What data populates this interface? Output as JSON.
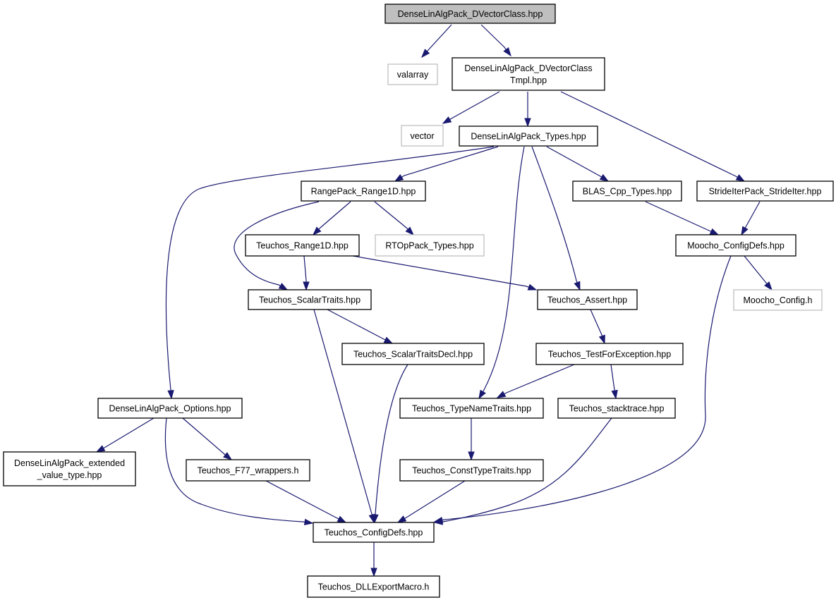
{
  "graph": {
    "colors": {
      "edge": "#191970",
      "node_border": "#000000",
      "external_border": "#bfbfbf",
      "root_fill": "#bfbfbf",
      "node_fill": "#ffffff"
    },
    "nodes": [
      {
        "id": "root",
        "lines": [
          "DenseLinAlgPack_DVectorClass.hpp"
        ],
        "kind": "root"
      },
      {
        "id": "valarray",
        "lines": [
          "valarray"
        ],
        "kind": "external"
      },
      {
        "id": "tmpl",
        "lines": [
          "DenseLinAlgPack_DVectorClass",
          "Tmpl.hpp"
        ],
        "kind": "file"
      },
      {
        "id": "vector",
        "lines": [
          "vector"
        ],
        "kind": "external"
      },
      {
        "id": "types",
        "lines": [
          "DenseLinAlgPack_Types.hpp"
        ],
        "kind": "file"
      },
      {
        "id": "range1d",
        "lines": [
          "RangePack_Range1D.hpp"
        ],
        "kind": "file"
      },
      {
        "id": "blas",
        "lines": [
          "BLAS_Cpp_Types.hpp"
        ],
        "kind": "file"
      },
      {
        "id": "strideiter",
        "lines": [
          "StrideIterPack_StrideIter.hpp"
        ],
        "kind": "file"
      },
      {
        "id": "trange1d",
        "lines": [
          "Teuchos_Range1D.hpp"
        ],
        "kind": "file"
      },
      {
        "id": "rtop",
        "lines": [
          "RTOpPack_Types.hpp"
        ],
        "kind": "external"
      },
      {
        "id": "moochodefs",
        "lines": [
          "Moocho_ConfigDefs.hpp"
        ],
        "kind": "file"
      },
      {
        "id": "scalartraits",
        "lines": [
          "Teuchos_ScalarTraits.hpp"
        ],
        "kind": "file"
      },
      {
        "id": "assert",
        "lines": [
          "Teuchos_Assert.hpp"
        ],
        "kind": "file"
      },
      {
        "id": "moochoconfig",
        "lines": [
          "Moocho_Config.h"
        ],
        "kind": "external"
      },
      {
        "id": "scalartraitsdecl",
        "lines": [
          "Teuchos_ScalarTraitsDecl.hpp"
        ],
        "kind": "file"
      },
      {
        "id": "testforexc",
        "lines": [
          "Teuchos_TestForException.hpp"
        ],
        "kind": "file"
      },
      {
        "id": "options",
        "lines": [
          "DenseLinAlgPack_Options.hpp"
        ],
        "kind": "file"
      },
      {
        "id": "typenametraits",
        "lines": [
          "Teuchos_TypeNameTraits.hpp"
        ],
        "kind": "file"
      },
      {
        "id": "stacktrace",
        "lines": [
          "Teuchos_stacktrace.hpp"
        ],
        "kind": "file"
      },
      {
        "id": "extended",
        "lines": [
          "DenseLinAlgPack_extended",
          "_value_type.hpp"
        ],
        "kind": "file"
      },
      {
        "id": "f77",
        "lines": [
          "Teuchos_F77_wrappers.h"
        ],
        "kind": "file"
      },
      {
        "id": "consttypetraits",
        "lines": [
          "Teuchos_ConstTypeTraits.hpp"
        ],
        "kind": "file"
      },
      {
        "id": "configdefs",
        "lines": [
          "Teuchos_ConfigDefs.hpp"
        ],
        "kind": "file"
      },
      {
        "id": "dllexport",
        "lines": [
          "Teuchos_DLLExportMacro.h"
        ],
        "kind": "file"
      }
    ],
    "edges": [
      {
        "from": "root",
        "to": "valarray"
      },
      {
        "from": "root",
        "to": "tmpl"
      },
      {
        "from": "tmpl",
        "to": "vector"
      },
      {
        "from": "tmpl",
        "to": "types"
      },
      {
        "from": "tmpl",
        "to": "strideiter"
      },
      {
        "from": "types",
        "to": "range1d"
      },
      {
        "from": "types",
        "to": "blas"
      },
      {
        "from": "types",
        "to": "assert"
      },
      {
        "from": "types",
        "to": "typenametraits"
      },
      {
        "from": "types",
        "to": "options"
      },
      {
        "from": "range1d",
        "to": "trange1d"
      },
      {
        "from": "range1d",
        "to": "rtop"
      },
      {
        "from": "range1d",
        "to": "scalartraits"
      },
      {
        "from": "trange1d",
        "to": "scalartraits"
      },
      {
        "from": "trange1d",
        "to": "assert"
      },
      {
        "from": "blas",
        "to": "moochodefs"
      },
      {
        "from": "strideiter",
        "to": "moochodefs"
      },
      {
        "from": "moochodefs",
        "to": "moochoconfig"
      },
      {
        "from": "moochodefs",
        "to": "configdefs"
      },
      {
        "from": "scalartraits",
        "to": "scalartraitsdecl"
      },
      {
        "from": "scalartraits",
        "to": "configdefs"
      },
      {
        "from": "scalartraitsdecl",
        "to": "configdefs"
      },
      {
        "from": "assert",
        "to": "testforexc"
      },
      {
        "from": "testforexc",
        "to": "typenametraits"
      },
      {
        "from": "testforexc",
        "to": "stacktrace"
      },
      {
        "from": "stacktrace",
        "to": "configdefs"
      },
      {
        "from": "typenametraits",
        "to": "consttypetraits"
      },
      {
        "from": "consttypetraits",
        "to": "configdefs"
      },
      {
        "from": "options",
        "to": "extended"
      },
      {
        "from": "options",
        "to": "f77"
      },
      {
        "from": "options",
        "to": "configdefs"
      },
      {
        "from": "f77",
        "to": "configdefs"
      },
      {
        "from": "configdefs",
        "to": "dllexport"
      }
    ]
  }
}
